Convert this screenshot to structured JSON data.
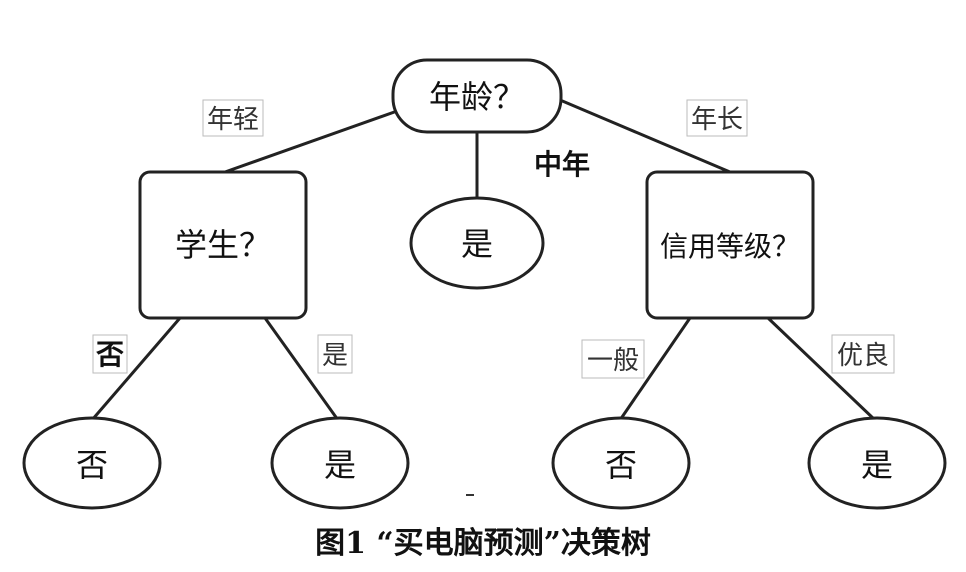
{
  "nodes": {
    "root": "年龄？",
    "student": "学生？",
    "middle_leaf": "是",
    "credit": "信用等级？",
    "leaf_no_student": "否",
    "leaf_yes_student": "是",
    "leaf_no_credit": "否",
    "leaf_yes_credit": "是"
  },
  "edges": {
    "young": "年轻",
    "middle_age": "中年",
    "old": "年长",
    "student_no": "否",
    "student_yes": "是",
    "credit_fair": "一般",
    "credit_excellent": "优良"
  },
  "caption": "图1 “买电脑预测”决策树"
}
